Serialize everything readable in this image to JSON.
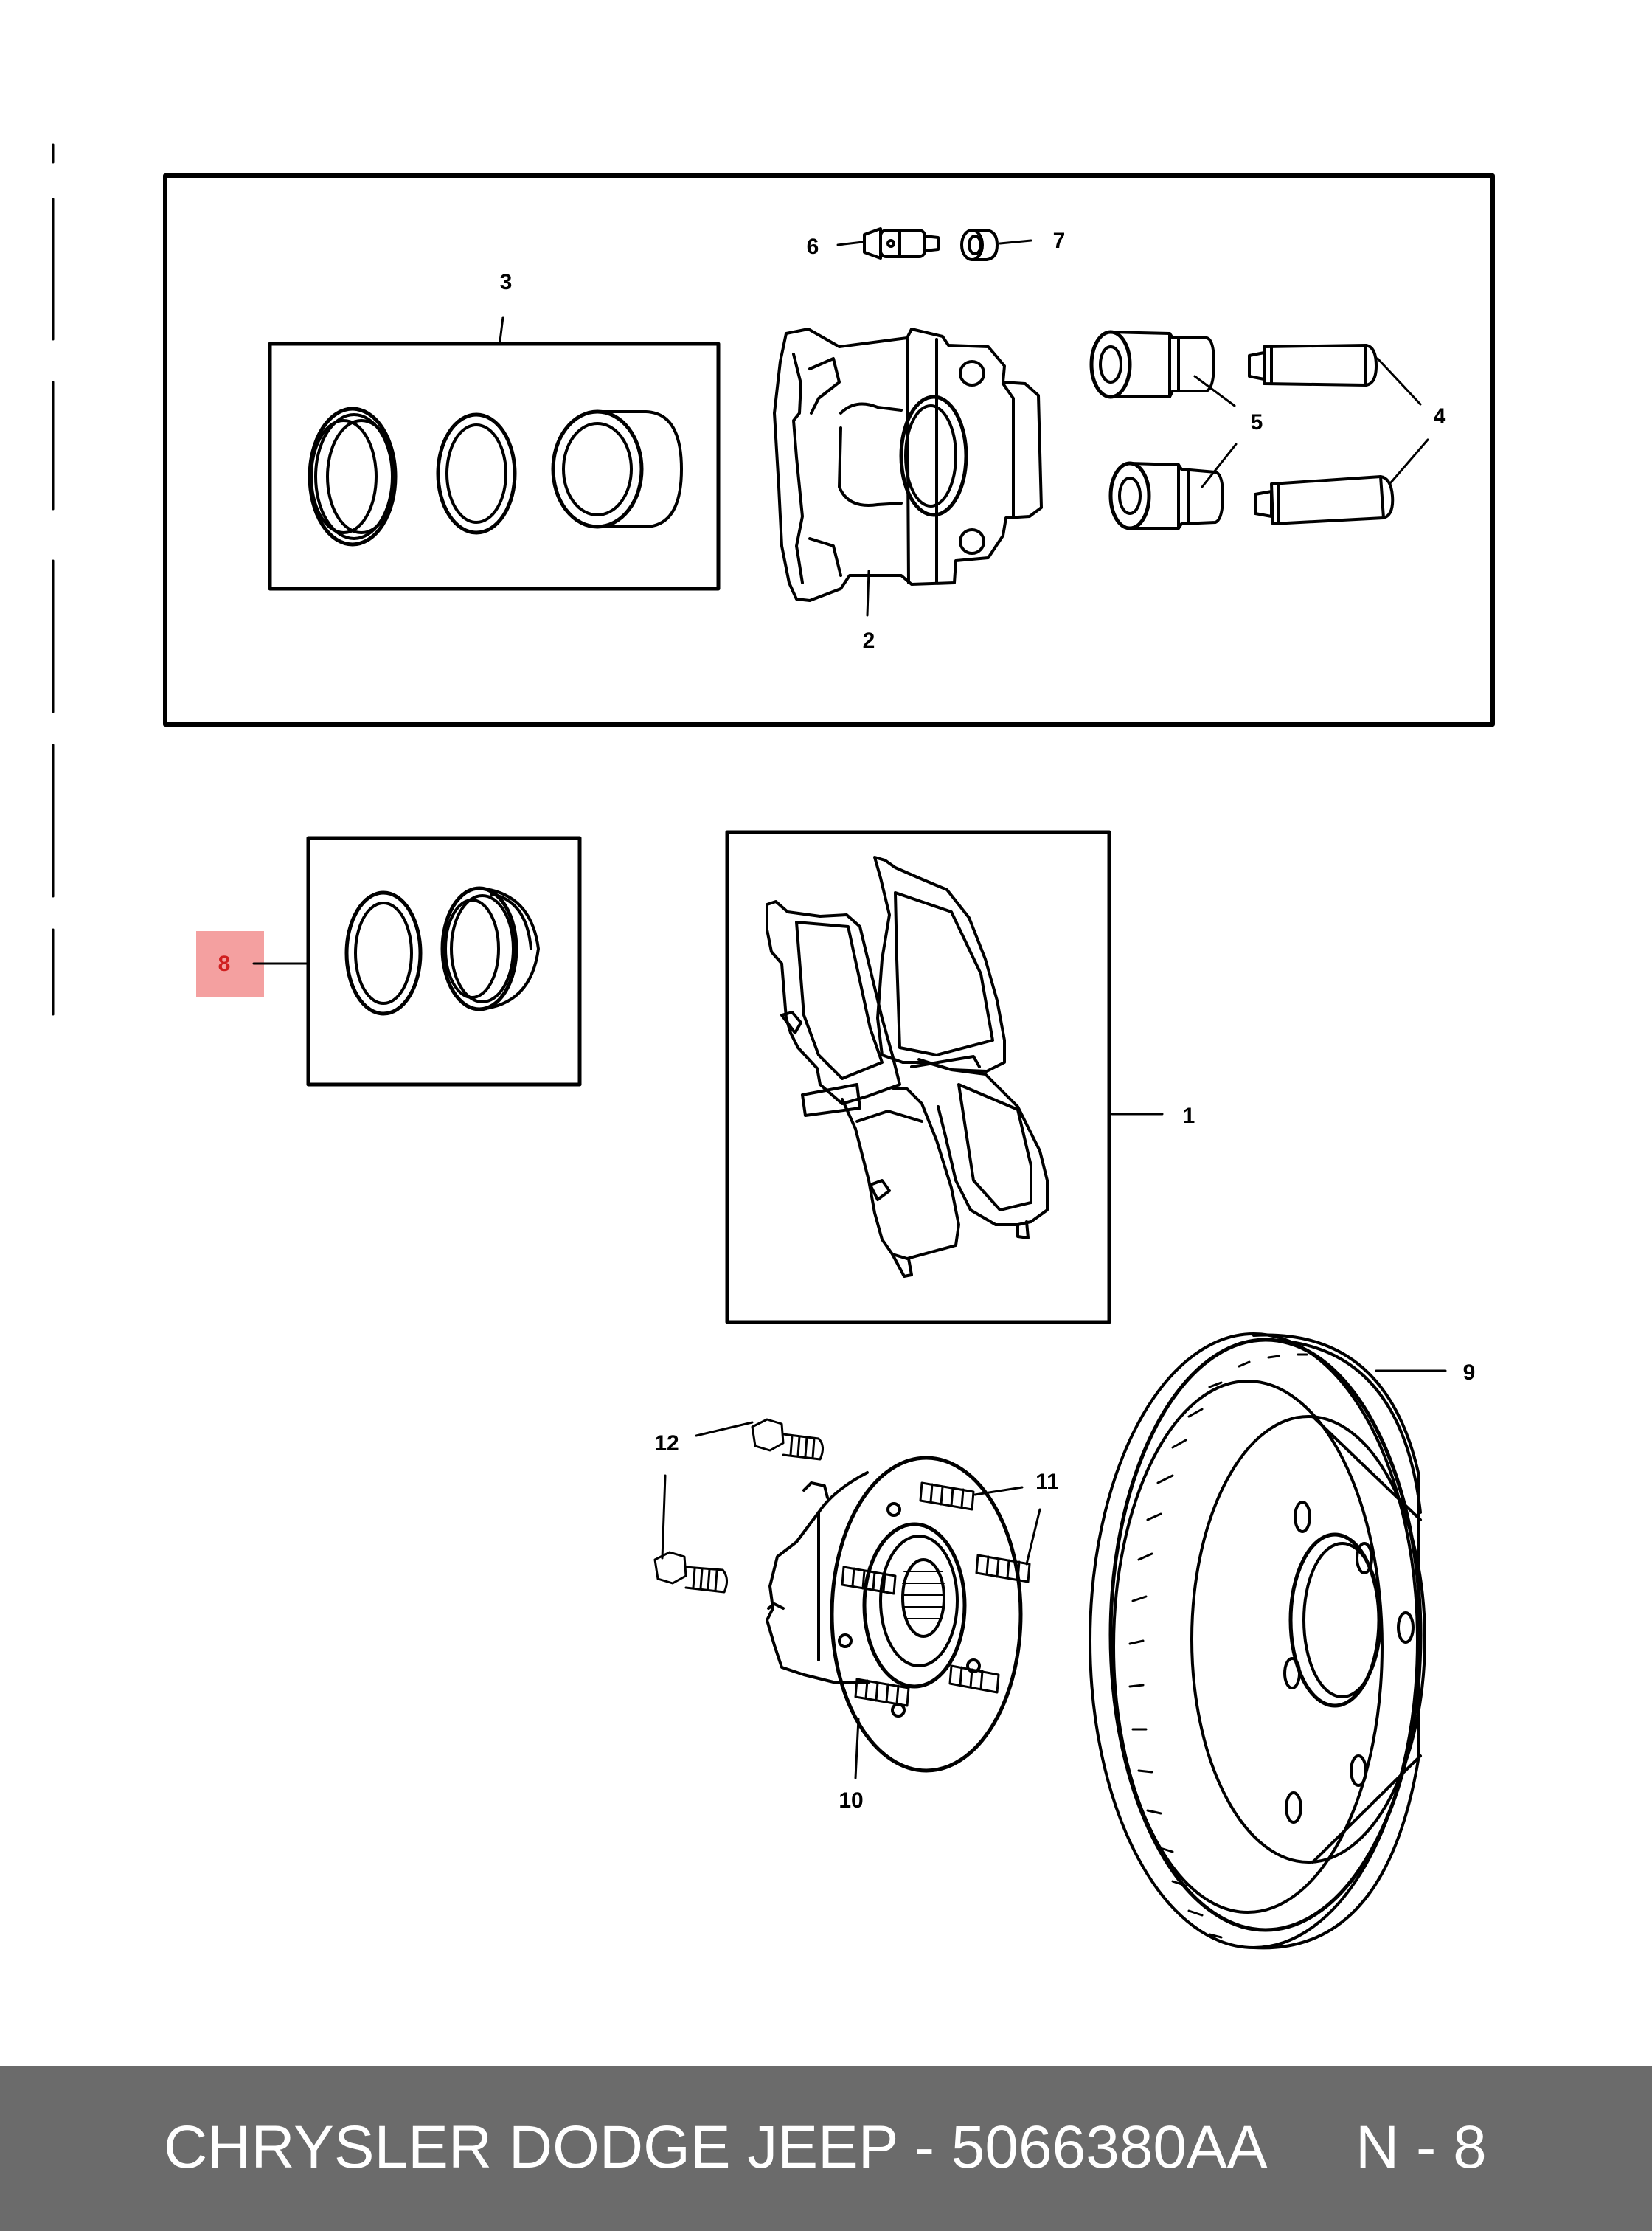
{
  "diagram": {
    "callouts": [
      "1",
      "2",
      "3",
      "4",
      "5",
      "6",
      "7",
      "8",
      "9",
      "10",
      "11",
      "12"
    ],
    "highlight_color": "#f4a0a0",
    "line_color": "#000000"
  },
  "footer": {
    "title": "CHRYSLER DODGE JEEP - 5066380AA",
    "page": "N - 8",
    "background": "#6b6b6b"
  }
}
